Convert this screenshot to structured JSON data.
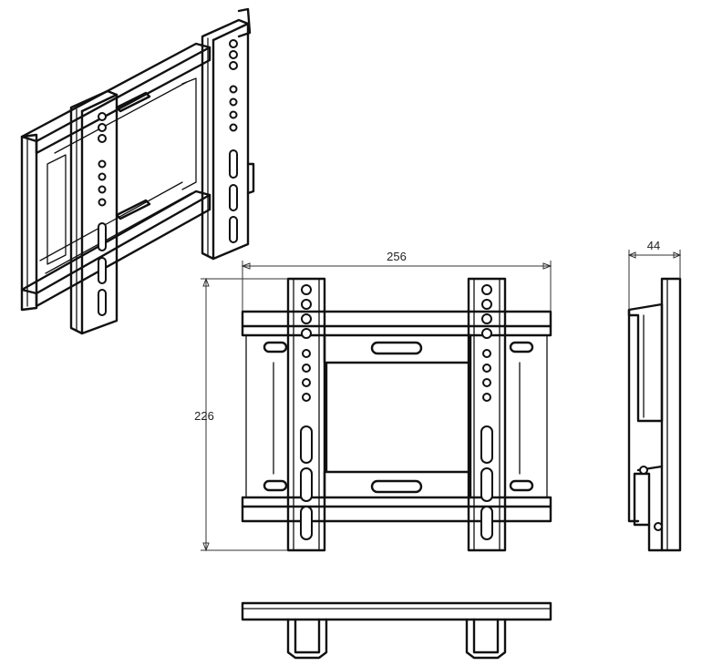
{
  "dimensions": {
    "width": "256",
    "height": "226",
    "depth": "44"
  },
  "colors": {
    "line": "#111111",
    "background": "#ffffff"
  }
}
